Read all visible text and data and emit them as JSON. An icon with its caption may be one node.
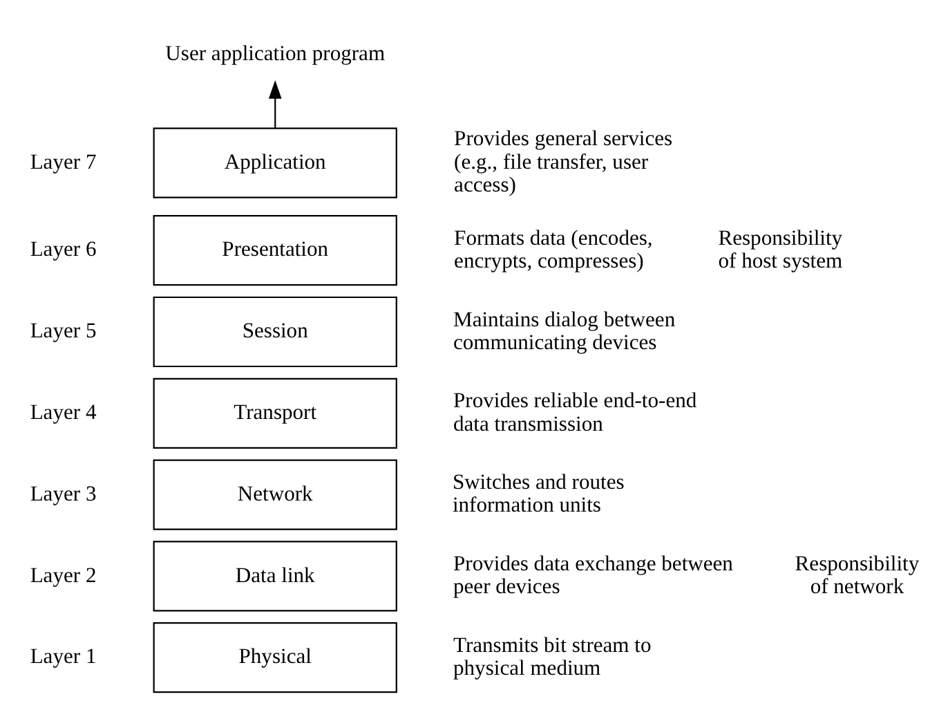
{
  "diagram": {
    "nodes": [
      {
        "text": [
          "User application program"
        ]
      },
      {
        "text": [
          "Application"
        ],
        "beside": [
          "Layer 7",
          "Provides general services (e.g., file transfer, user access)"
        ]
      },
      {
        "text": [
          "Presentation"
        ],
        "beside": [
          "Layer 6",
          "Formats data (encodes, encrypts, compresses)"
        ]
      },
      {
        "text": [
          "Session"
        ],
        "beside": [
          "Layer 5",
          "Maintains dialog between communicating devices"
        ]
      },
      {
        "text": [
          "Transport"
        ],
        "beside": [
          "Layer 4",
          "Provides reliable end-to-end data transmission"
        ]
      },
      {
        "text": [
          "Network"
        ],
        "beside": [
          "Layer 3",
          "Switches and routes information units"
        ]
      },
      {
        "text": [
          "Data link"
        ],
        "beside": [
          "Layer 2",
          "Provides data exchange between peer devices"
        ]
      },
      {
        "text": [
          "Physical"
        ],
        "beside": [
          "Layer 1",
          "Transmits bit stream to physical medium"
        ]
      }
    ],
    "edges": [
      {
        "from": 1,
        "to": 0,
        "arrow": "to"
      }
    ],
    "labels": [
      "Responsibility of host system",
      "Responsibility of network"
    ]
  }
}
